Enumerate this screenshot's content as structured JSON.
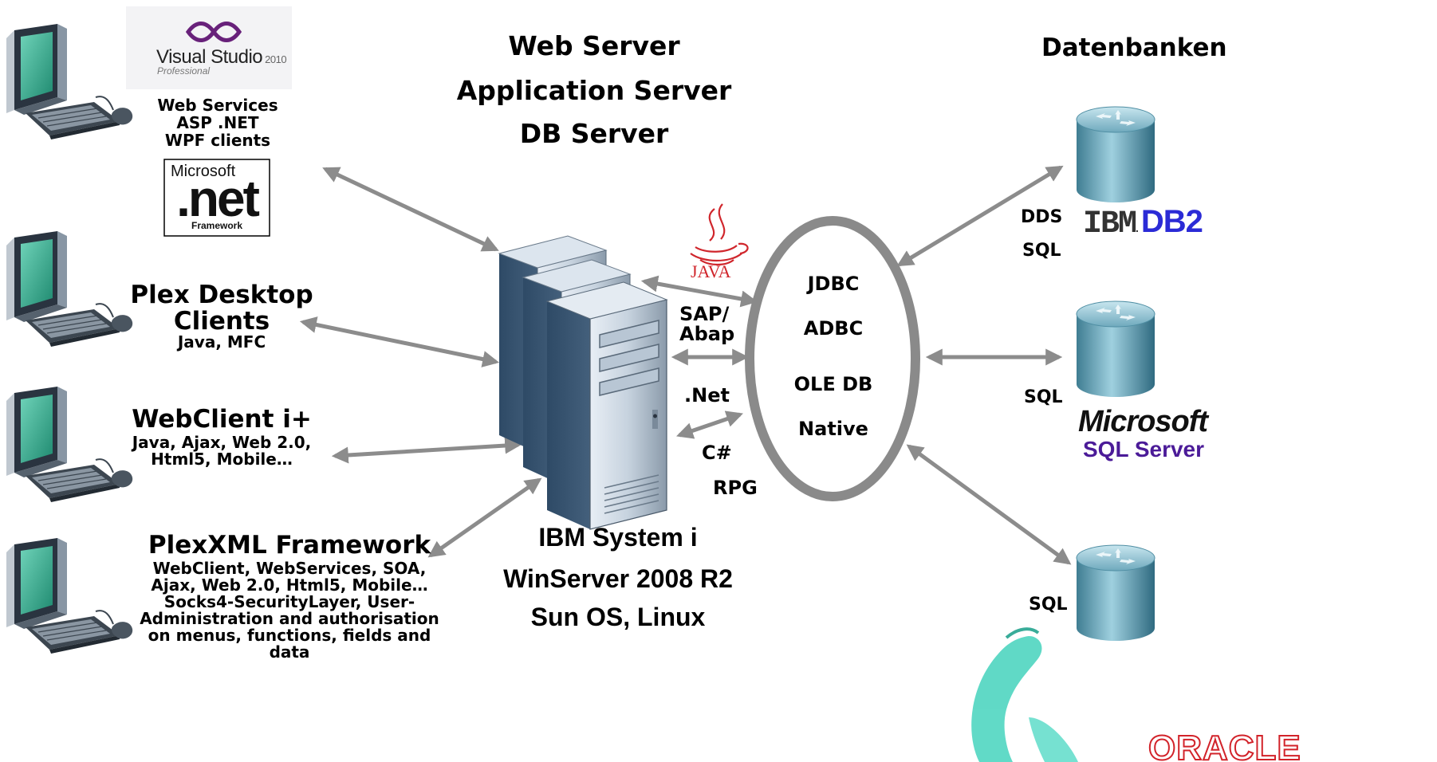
{
  "header": {
    "server_lines": [
      "Web Server",
      "Application Server",
      "DB Server"
    ],
    "databases_title": "Datenbanken"
  },
  "clients": {
    "visual_studio": {
      "logo_line1": "Visual Studio",
      "logo_version": "2010",
      "logo_edition": "Professional",
      "lines": [
        "Web Services",
        "ASP .NET",
        "WPF clients"
      ]
    },
    "dotnet_logo": {
      "brand": "Microsoft",
      "word": ".net",
      "sub": "Framework"
    },
    "plex_desktop": {
      "title": "Plex Desktop\nClients",
      "subtitle": "Java, MFC"
    },
    "webclient": {
      "title": "WebClient i+",
      "subtitle": "Java, Ajax, Web 2.0,\nHtml5, Mobile…"
    },
    "plexxml": {
      "title": "PlexXML Framework",
      "subtitle": "WebClient, WebServices, SOA,\nAjax, Web 2.0, Html5, Mobile…\nSocks4-SecurityLayer, User-\nAdministration and authorisation\non menus, functions, fields and\ndata"
    }
  },
  "server": {
    "platforms": [
      "IBM System i",
      "WinServer 2008 R2",
      "Sun OS, Linux"
    ],
    "languages": {
      "sap": "SAP/\nAbap",
      "net": ".Net",
      "csharp": "C#",
      "rpg": "RPG"
    },
    "java_logo": "JAVA"
  },
  "connectors": [
    "JDBC",
    "ADBC",
    "OLE DB",
    "Native"
  ],
  "databases": {
    "db2": {
      "protocols": [
        "DDS",
        "SQL"
      ],
      "logo_ibm": "IBM",
      "logo_db2": "DB2"
    },
    "mssql": {
      "protocol": "SQL",
      "logo_line1": "Microsoft",
      "logo_line2": "SQL Server"
    },
    "oracle": {
      "protocol": "SQL",
      "logo": "ORACLE"
    }
  },
  "colors": {
    "arrow": "#8c8c8c",
    "ellipse": "#8a8a8a",
    "monitor_screen": "#3aa890",
    "db_cylinder": "#5fa3b8",
    "db2_blue": "#2b2bd6",
    "sqlserver_purple": "#4b1b98",
    "oracle_red": "#d2232a"
  }
}
